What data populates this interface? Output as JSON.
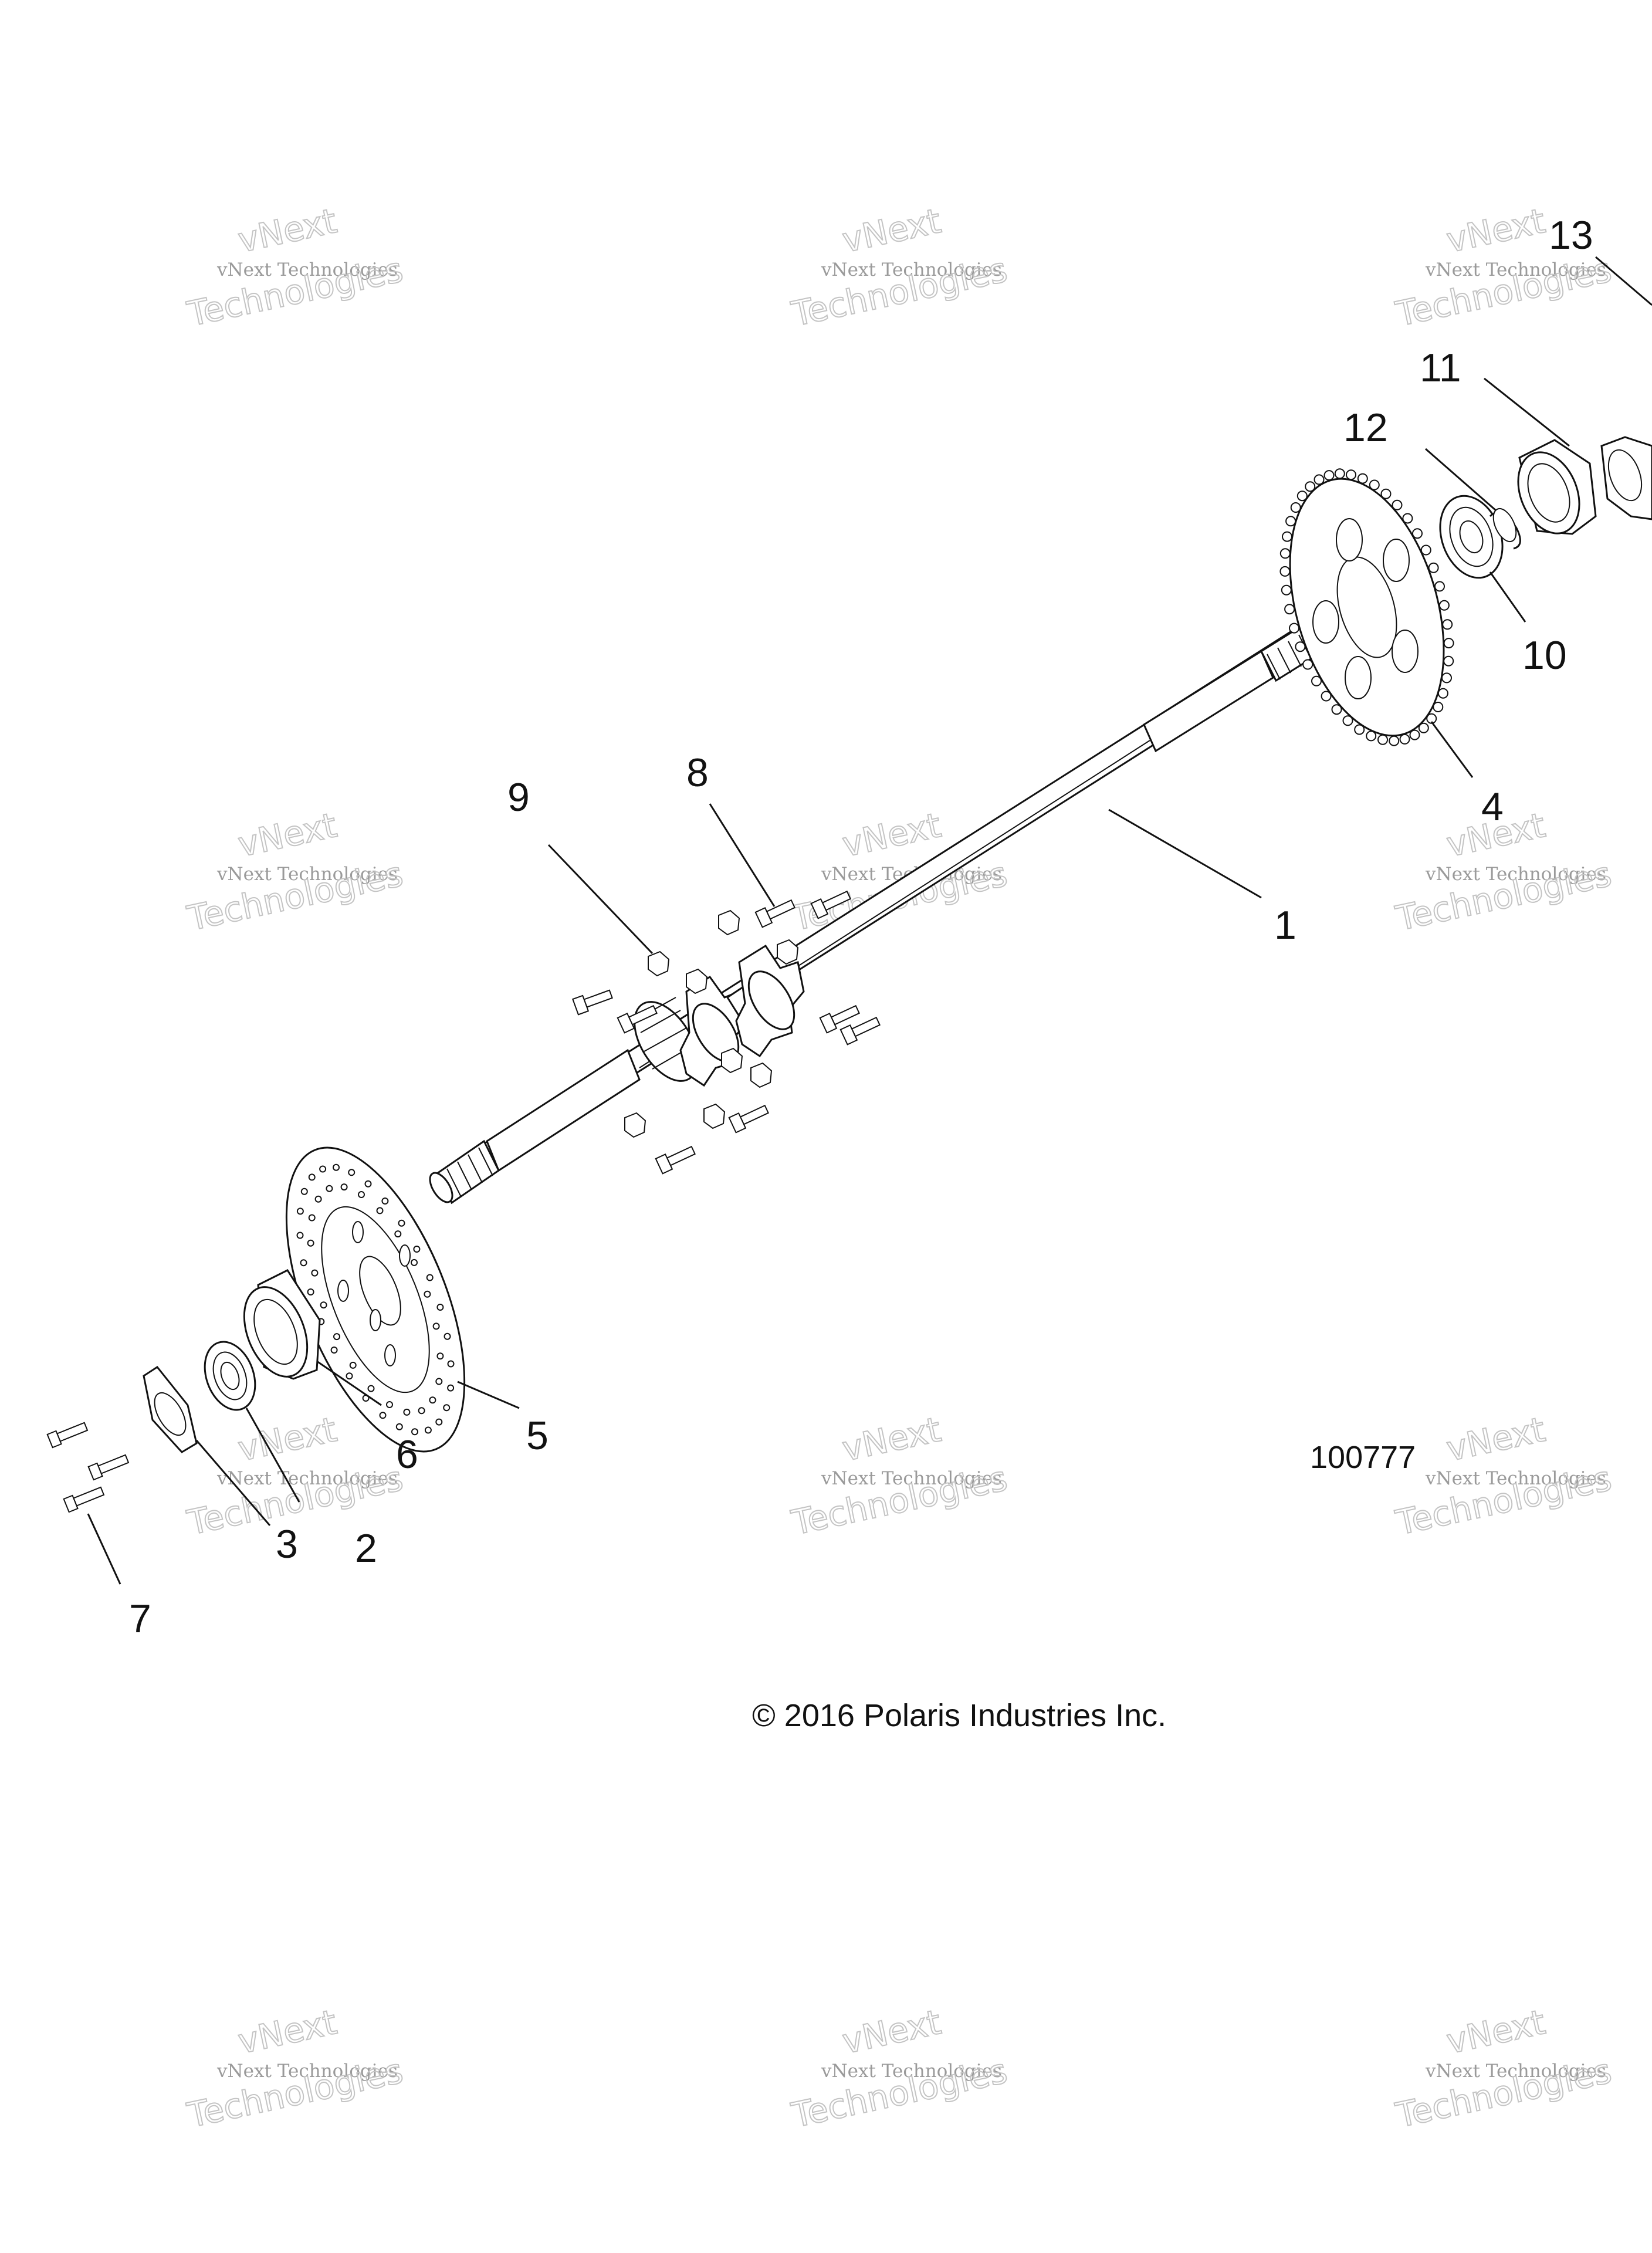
{
  "callouts": [
    {
      "id": "c1",
      "label": "1"
    },
    {
      "id": "c2",
      "label": "2"
    },
    {
      "id": "c3",
      "label": "3"
    },
    {
      "id": "c4",
      "label": "4"
    },
    {
      "id": "c5",
      "label": "5"
    },
    {
      "id": "c6",
      "label": "6"
    },
    {
      "id": "c7",
      "label": "7"
    },
    {
      "id": "c8",
      "label": "8"
    },
    {
      "id": "c9",
      "label": "9"
    },
    {
      "id": "c10",
      "label": "10"
    },
    {
      "id": "c11",
      "label": "11"
    },
    {
      "id": "c12",
      "label": "12"
    },
    {
      "id": "c13",
      "label": "13"
    }
  ],
  "drawing_number": "100777",
  "copyright": "© 2016 Polaris Industries Inc.",
  "watermark": {
    "line1": "vNext",
    "line2": "vNext Technologies",
    "line3": "Technologies"
  }
}
